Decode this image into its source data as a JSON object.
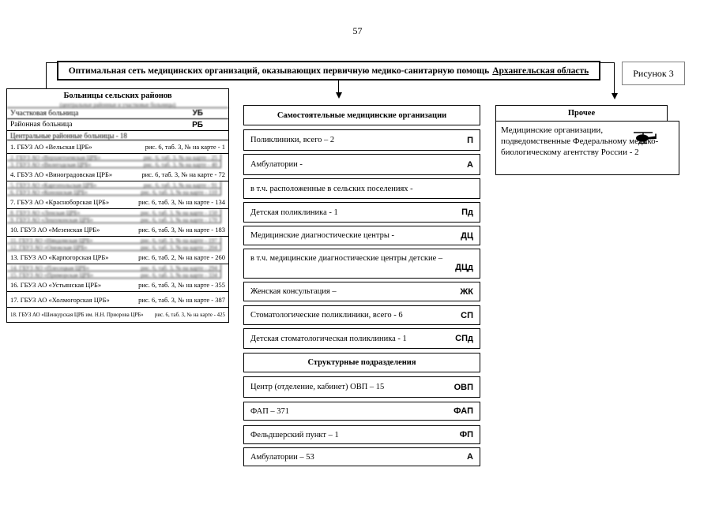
{
  "page": {
    "number": "57"
  },
  "title": {
    "main": "Оптимальная сеть медицинских организаций, оказывающих первичную медико-санитарную помощь",
    "region": "Архангельская область"
  },
  "figure_label": "Рисунок 3",
  "colors": {
    "ink": "#000000",
    "figure_box_border": "#808080"
  },
  "left_panel": {
    "header": "Больницы сельских районов",
    "subtitle": "(центральные районные и участковые больницы)",
    "subtitle_legible": false,
    "rows": [
      {
        "label": "Участковая больница",
        "abbr": "УБ",
        "legible": true
      },
      {
        "label": "Районная больница",
        "abbr": "РБ",
        "legible": true
      },
      {
        "label": "Центральные районные больницы - 18",
        "abbr": "",
        "legible": true
      },
      {
        "label": "1. ГБУЗ АО «Вельская ЦРБ»",
        "ref": "рис. 6, таб. 3,  № на карте - 1",
        "legible": true
      },
      {
        "label": "2. ГБУЗ АО «Верхнетоемская ЦРБ»",
        "ref": "рис. 6, таб. 3,  № на карте - 25",
        "legible": false
      },
      {
        "label": "3. ГБУЗ АО «Вилегодская ЦРБ»",
        "ref": "рис. 6, таб. 3,  № на карте - 40",
        "legible": false
      },
      {
        "label": "4. ГБУЗ АО «Виноградовская ЦРБ»",
        "ref": "рис. 6, таб. 3,  № на карте - 72",
        "legible": true
      },
      {
        "label": "5. ГБУЗ АО «Каргопольская ЦРБ»",
        "ref": "рис. 6, таб. 3,  № на карте - 91",
        "legible": false
      },
      {
        "label": "6. ГБУЗ АО «Коношская ЦРБ»",
        "ref": "рис. 6, таб. 3,  № на карте - 110",
        "legible": false
      },
      {
        "label": "7. ГБУЗ АО «Красноборская ЦРБ»",
        "ref": "рис. 6, таб. 3,  № на карте - 134",
        "legible": true
      },
      {
        "label": "8. ГБУЗ АО «Ленская ЦРБ»",
        "ref": "рис. 6, таб. 3,  № на карте - 150",
        "legible": false
      },
      {
        "label": "9. ГБУЗ АО «Лешуконская ЦРБ»",
        "ref": "рис. 6, таб. 3,  № на карте - 170",
        "legible": false
      },
      {
        "label": "10. ГБУЗ АО «Мезенская ЦРБ»",
        "ref": "рис. 6, таб. 3,  № на карте - 183",
        "legible": true
      },
      {
        "label": "11. ГБУЗ АО «Няндомская ЦРБ»",
        "ref": "рис. 6, таб. 3,  № на карте - 197",
        "legible": false
      },
      {
        "label": "12. ГБУЗ АО «Онежская ЦРБ»",
        "ref": "рис. 6, таб. 3,  № на карте - 204",
        "legible": false
      },
      {
        "label": "13. ГБУЗ АО «Карпогорская ЦРБ»",
        "ref": "рис. 6, таб. 2,  № на карте - 260",
        "legible": true
      },
      {
        "label": "14. ГБУЗ АО «Плесецкая ЦРБ»",
        "ref": "рис. 6, таб. 3,  № на карте - 294",
        "legible": false
      },
      {
        "label": "15. ГБУЗ АО «Приморская ЦРБ»",
        "ref": "рис. 6, таб. 3,  № на карте - 334",
        "legible": false
      },
      {
        "label": "16. ГБУЗ АО «Устьянская ЦРБ»",
        "ref": "рис. 6, таб. 3,  № на карте - 355",
        "legible": true
      },
      {
        "label": "17. ГБУЗ АО «Холмогорская ЦРБ»",
        "ref": "рис. 6, таб. 3,  № на карте - 387",
        "legible": true
      },
      {
        "label": "18. ГБУЗ АО «Шенкурская ЦРБ им. Н.Н. Приорова ЦРБ»",
        "ref": "рис. 6, таб. 3,  № на карте - 425",
        "legible": true
      }
    ]
  },
  "middle_panel": {
    "header1": "Самостоятельные медицинские организации",
    "items": [
      {
        "label": "Поликлиники, всего – 2",
        "abbr": "П"
      },
      {
        "label": "Амбулатории -",
        "abbr": "А"
      },
      {
        "label": "в т.ч. расположенные в сельских поселениях -",
        "abbr": ""
      },
      {
        "label": "Детская поликлиника - 1",
        "abbr": "Пд"
      },
      {
        "label": "Медицинские диагностические центры -",
        "abbr": "ДЦ"
      },
      {
        "label": "в т.ч. медицинские диагностические центры детские –",
        "abbr": "ДЦд"
      },
      {
        "label": "Женская консультация –",
        "abbr": "ЖК"
      },
      {
        "label": "Стоматологические поликлиники, всего - 6",
        "abbr": "СП"
      },
      {
        "label": "Детская стоматологическая поликлиника - 1",
        "abbr": "СПд"
      }
    ],
    "header2": "Структурные подразделения",
    "items2": [
      {
        "label": "Центр (отделение, кабинет) ОВП – 15",
        "abbr": "ОВП"
      },
      {
        "label": "ФАП – 371",
        "abbr": "ФАП"
      },
      {
        "label": "Фельдшерский пункт – 1",
        "abbr": "ФП"
      },
      {
        "label": "Амбулатории – 53",
        "abbr": "А"
      }
    ]
  },
  "right_panel": {
    "header": "Прочее",
    "text": "Медицинские организации, подведомственные Федеральному медико-биологическому агентству России - 2",
    "icon": "helicopter-icon"
  }
}
